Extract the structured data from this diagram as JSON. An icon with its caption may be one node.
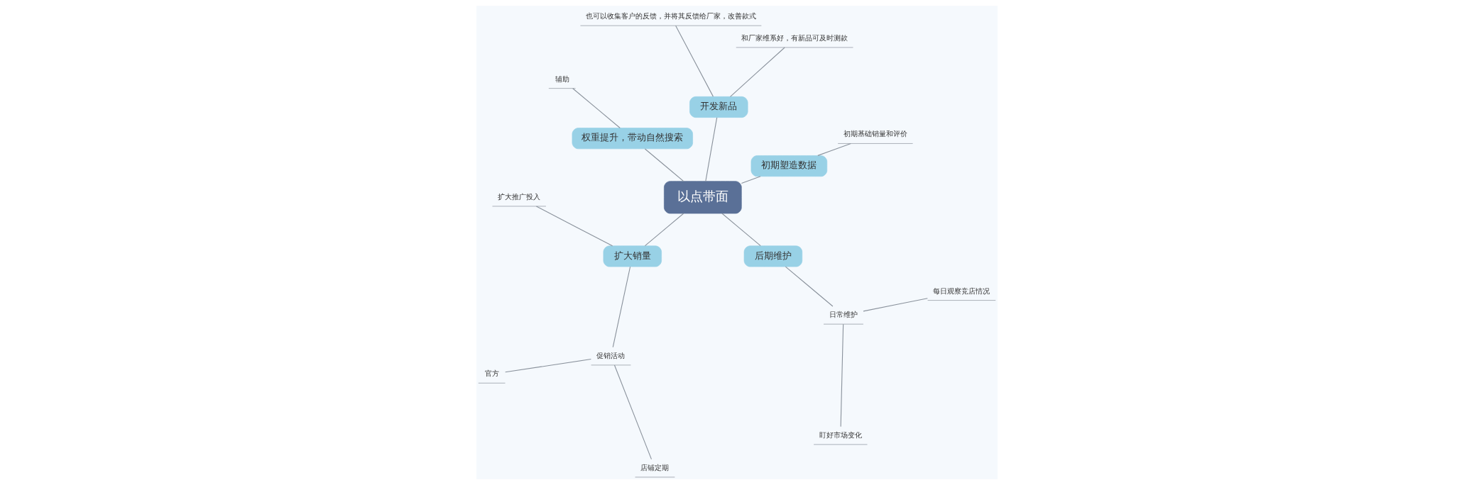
{
  "diagram": {
    "nodes": [
      {
        "text": [
          "以点带面"
        ]
      },
      {
        "text": [
          "初期塑造数据"
        ]
      },
      {
        "text": [
          "初期基础销量和评价"
        ]
      },
      {
        "text": [
          "开发新品"
        ]
      },
      {
        "text": [
          "和厂家维系好，有新品可及时测款"
        ]
      },
      {
        "text": [
          "也可以收集客户的反馈，并将其反馈给厂家，改善款式"
        ]
      },
      {
        "text": [
          "权重提升，带动自然搜索"
        ]
      },
      {
        "text": [
          "辅助"
        ]
      },
      {
        "text": [
          "扩大销量"
        ]
      },
      {
        "text": [
          "扩大推广投入"
        ]
      },
      {
        "text": [
          "促销活动"
        ]
      },
      {
        "text": [
          "官方"
        ]
      },
      {
        "text": [
          "店铺定期"
        ]
      },
      {
        "text": [
          "后期维护"
        ]
      },
      {
        "text": [
          "日常维护"
        ]
      },
      {
        "text": [
          "盯好市场变化"
        ]
      },
      {
        "text": [
          "每日观察竞店情况"
        ]
      }
    ],
    "edges": [
      {
        "from": 0,
        "to": 1,
        "arrow": "none"
      },
      {
        "from": 1,
        "to": 2,
        "arrow": "none"
      },
      {
        "from": 0,
        "to": 3,
        "arrow": "none"
      },
      {
        "from": 3,
        "to": 4,
        "arrow": "none"
      },
      {
        "from": 3,
        "to": 5,
        "arrow": "none"
      },
      {
        "from": 0,
        "to": 6,
        "arrow": "none"
      },
      {
        "from": 6,
        "to": 7,
        "arrow": "none"
      },
      {
        "from": 0,
        "to": 8,
        "arrow": "none"
      },
      {
        "from": 8,
        "to": 9,
        "arrow": "none"
      },
      {
        "from": 8,
        "to": 10,
        "arrow": "none"
      },
      {
        "from": 10,
        "to": 11,
        "arrow": "none"
      },
      {
        "from": 10,
        "to": 12,
        "arrow": "none"
      },
      {
        "from": 0,
        "to": 13,
        "arrow": "none"
      },
      {
        "from": 13,
        "to": 14,
        "arrow": "none"
      },
      {
        "from": 14,
        "to": 15,
        "arrow": "none"
      },
      {
        "from": 14,
        "to": 16,
        "arrow": "none"
      }
    ]
  }
}
